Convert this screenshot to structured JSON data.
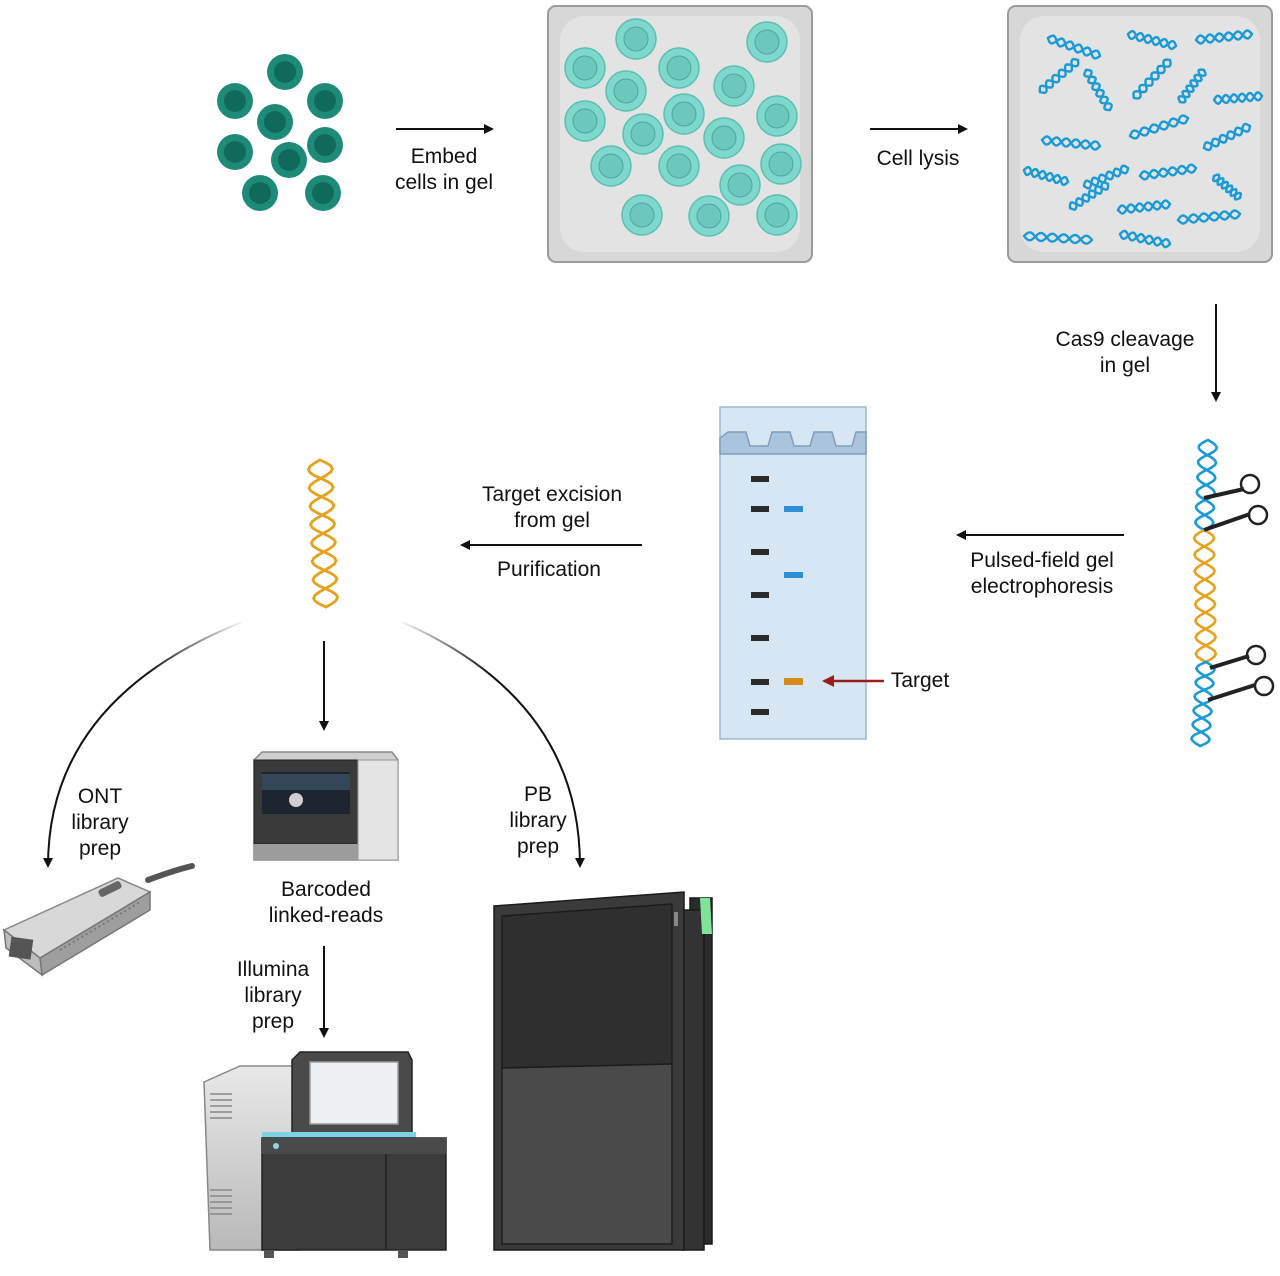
{
  "steps": {
    "embed": [
      "Embed",
      "cells in gel"
    ],
    "lysis": "Cell lysis",
    "cas9": [
      "Cas9 cleavage",
      "in gel"
    ],
    "pfge": [
      "Pulsed-field gel",
      "electrophoresis"
    ],
    "excision": [
      "Target excision",
      "from gel"
    ],
    "purification": "Purification",
    "target": "Target",
    "ont": [
      "ONT",
      "library",
      "prep"
    ],
    "barcoded": [
      "Barcoded",
      "linked-reads"
    ],
    "illumina": [
      "Illumina",
      "library",
      "prep"
    ],
    "pb": [
      "PB",
      "library",
      "prep"
    ]
  },
  "colors": {
    "cell": "#1e8a78",
    "cell_gel": "#7fd8cc",
    "dna_blue": "#1a9ad6",
    "dna_orange": "#e6a21c",
    "band_blue": "#2f8fd6",
    "band_orange": "#d58a1a",
    "target_arrow": "#9b1c1c",
    "gel_lane": "#d6e6f2"
  }
}
